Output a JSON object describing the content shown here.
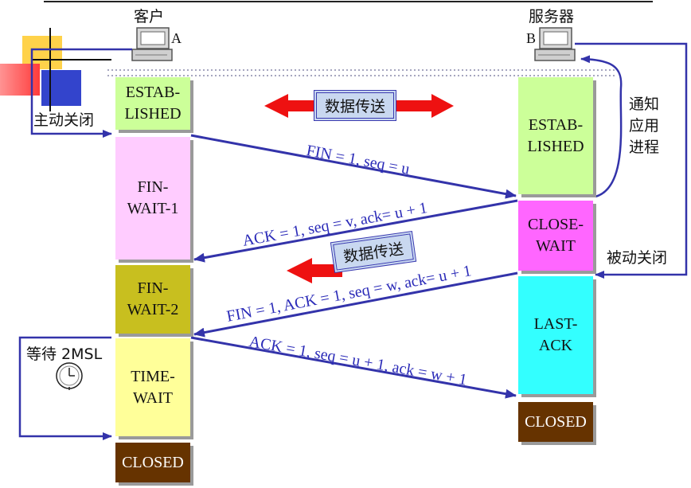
{
  "client": {
    "title": "客户",
    "host": "A"
  },
  "server": {
    "title": "服务器",
    "host": "B"
  },
  "client_states": [
    {
      "label": "ESTAB-\nLISHED",
      "color": "#ccff99"
    },
    {
      "label": "FIN-\nWAIT-1",
      "color": "#ffccff"
    },
    {
      "label": "FIN-\nWAIT-2",
      "color": "#c8bf1f"
    },
    {
      "label": "TIME-\nWAIT",
      "color": "#ffff99"
    },
    {
      "label": "CLOSED",
      "color": "#663300"
    }
  ],
  "server_states": [
    {
      "label": "ESTAB-\nLISHED",
      "color": "#ccff99"
    },
    {
      "label": "CLOSE-\nWAIT",
      "color": "#ff66ff"
    },
    {
      "label": "LAST-\nACK",
      "color": "#33ffff"
    },
    {
      "label": "CLOSED",
      "color": "#663300"
    }
  ],
  "messages": {
    "fin1": "FIN = 1, seq = u",
    "ack1": "ACK = 1, seq = v, ack= u + 1",
    "fin2": "FIN = 1, ACK = 1, seq = w, ack= u + 1",
    "ack2": "ACK = 1, seq = u + 1, ack = w + 1"
  },
  "labels": {
    "active_close": "主动关闭",
    "passive_close": "被动关闭",
    "notify_app": "通知\n应用\n进程",
    "wait_2msl": "等待 2MSL",
    "data_transfer_1": "数据传送",
    "data_transfer_2": "数据传送"
  },
  "colors": {
    "arrow_blue": "#3333aa",
    "red_arrow": "#ee1111",
    "closed_text": "#ffffff"
  }
}
